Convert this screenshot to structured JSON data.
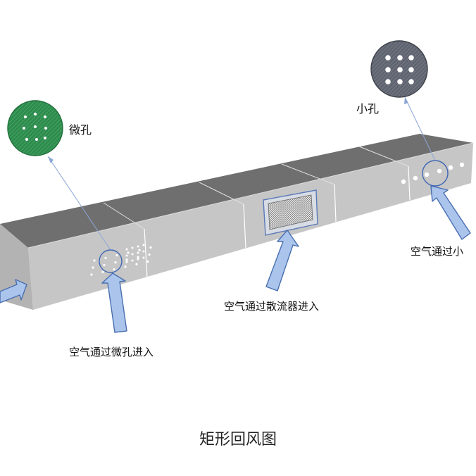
{
  "labels": {
    "micro_hole": "微孔",
    "small_hole": "小孔",
    "air_via_micro": "空气通过微孔进入",
    "air_via_diffuser": "空气通过散流器进入",
    "air_via_small": "空气通过小"
  },
  "caption": "矩形回风图",
  "colors": {
    "duct_top": "#6f6f6f",
    "duct_side": "#c6c6c6",
    "duct_end": "#b5b5b5",
    "arrow_fill": "#aac4ec",
    "arrow_stroke": "#4a6fb0",
    "micro_circle": "#2e8b4e",
    "small_circle": "#5f6470",
    "leader_line": "#8aa6d6"
  },
  "icons": [
    "micro-hole-detail-icon",
    "small-hole-detail-icon",
    "diffuser-grille-icon",
    "airflow-arrow-icon"
  ]
}
